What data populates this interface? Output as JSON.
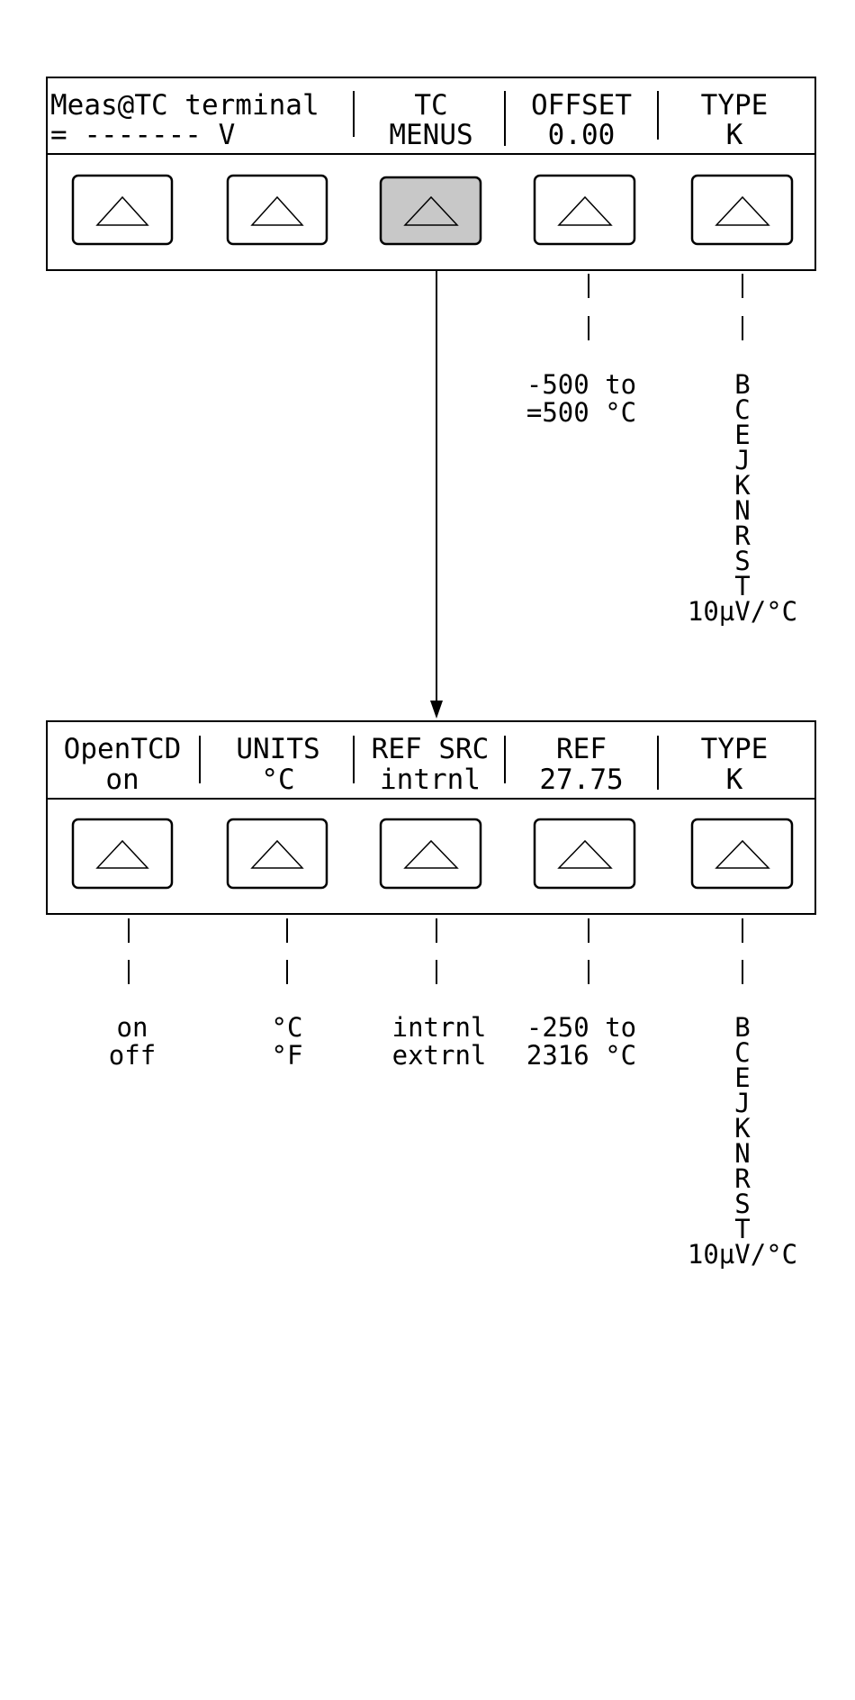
{
  "panels": [
    {
      "fields": [
        {
          "line1": "Meas@TC terminal",
          "line2": "= ------- V"
        },
        {
          "line1": "TC",
          "line2": "MENUS"
        },
        {
          "line1": "OFFSET",
          "line2": "0.00"
        },
        {
          "line1": "TYPE",
          "line2": "K"
        }
      ],
      "softkeys": [
        {
          "active": false
        },
        {
          "active": false
        },
        {
          "active": true
        },
        {
          "active": false
        },
        {
          "active": false
        }
      ],
      "options": [
        {
          "column": 3,
          "lines": [
            "-500 to",
            "=500 °C"
          ]
        },
        {
          "column": 4,
          "lines": [
            "B",
            "C",
            "E",
            "J",
            "K",
            "N",
            "R",
            "S",
            "T",
            "10µV/°C"
          ]
        }
      ]
    },
    {
      "fields": [
        {
          "line1": "OpenTCD",
          "line2": "on"
        },
        {
          "line1": "UNITS",
          "line2": "°C"
        },
        {
          "line1": "REF SRC",
          "line2": "intrnl"
        },
        {
          "line1": "REF",
          "line2": "27.75"
        },
        {
          "line1": "TYPE",
          "line2": "K"
        }
      ],
      "softkeys": [
        {
          "active": false
        },
        {
          "active": false
        },
        {
          "active": false
        },
        {
          "active": false
        },
        {
          "active": false
        }
      ],
      "options": [
        {
          "column": 0,
          "lines": [
            "on",
            "off"
          ]
        },
        {
          "column": 1,
          "lines": [
            "°C",
            "°F"
          ]
        },
        {
          "column": 2,
          "lines": [
            "intrnl",
            "extrnl"
          ]
        },
        {
          "column": 3,
          "lines": [
            "-250 to",
            "2316 °C"
          ]
        },
        {
          "column": 4,
          "lines": [
            "B",
            "C",
            "E",
            "J",
            "K",
            "N",
            "R",
            "S",
            "T",
            "10µV/°C"
          ]
        }
      ]
    }
  ]
}
